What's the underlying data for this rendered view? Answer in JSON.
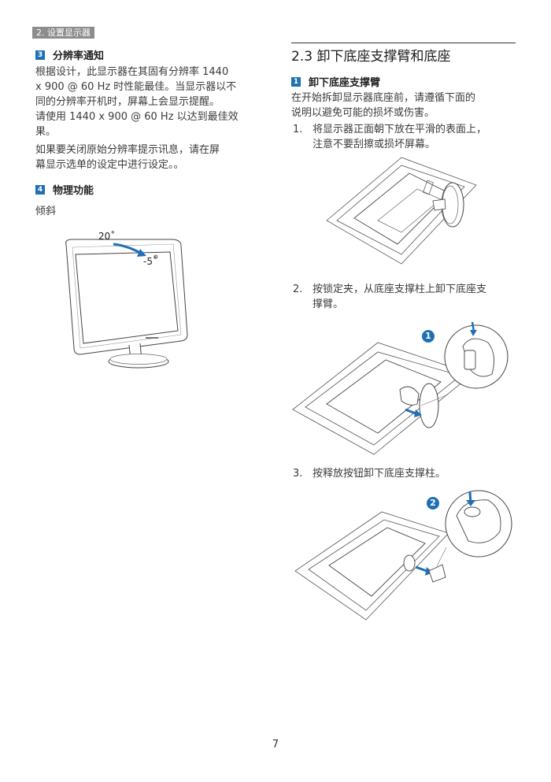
{
  "header": {
    "section_tab": "2. 设置显示器"
  },
  "left": {
    "sec3": {
      "number": "3",
      "title": "分辨率通知",
      "para1_lines": [
        "根据设计，此显示器在其固有分辨率 1440",
        "x 900 @ 60 Hz 时性能最佳。当显示器以不",
        "同的分辨率开机时，屏幕上会显示提醒。",
        "请使用 1440 x 900 @ 60 Hz 以达到最佳效",
        "果。"
      ],
      "para2_lines": [
        "如果要关闭原始分辨率提示讯息，请在屏",
        "幕显示选单的设定中进行设定。。"
      ]
    },
    "sec4": {
      "number": "4",
      "title": "物理功能",
      "subtitle": "倾斜",
      "tilt_up": "20˚",
      "tilt_down": "-5˚"
    }
  },
  "right": {
    "section_title": "2.3  卸下底座支撑臂和底座",
    "sub": {
      "number": "1",
      "title": "卸下底座支撑臂",
      "intro_lines": [
        "在开始拆卸显示器底座前，请遵循下面的",
        "说明以避免可能的损坏或伤害。"
      ]
    },
    "steps": [
      {
        "num": "1.",
        "lines": [
          "将显示器正面朝下放在平滑的表面上，",
          "注意不要刮擦或损坏屏幕。"
        ]
      },
      {
        "num": "2.",
        "lines": [
          "按锁定夹，从底座支撑柱上卸下底座支",
          "撑臂。"
        ]
      },
      {
        "num": "3.",
        "lines": [
          "按释放按钮卸下底座支撑柱。"
        ]
      }
    ],
    "callout1": "1",
    "callout2": "2"
  },
  "footer": {
    "page_number": "7"
  },
  "colors": {
    "accent": "#1f6fb5",
    "tab_bg": "#8c8c8c"
  }
}
